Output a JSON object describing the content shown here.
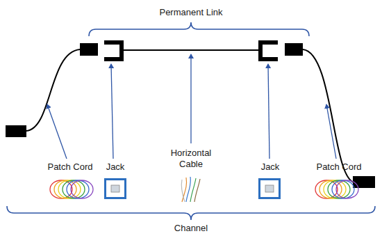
{
  "diagram": {
    "labels": [
      "Permanent Link",
      "Patch Cord",
      "Jack",
      "Horizontal Cable",
      "Jack",
      "Patch Cord",
      "Channel"
    ]
  }
}
